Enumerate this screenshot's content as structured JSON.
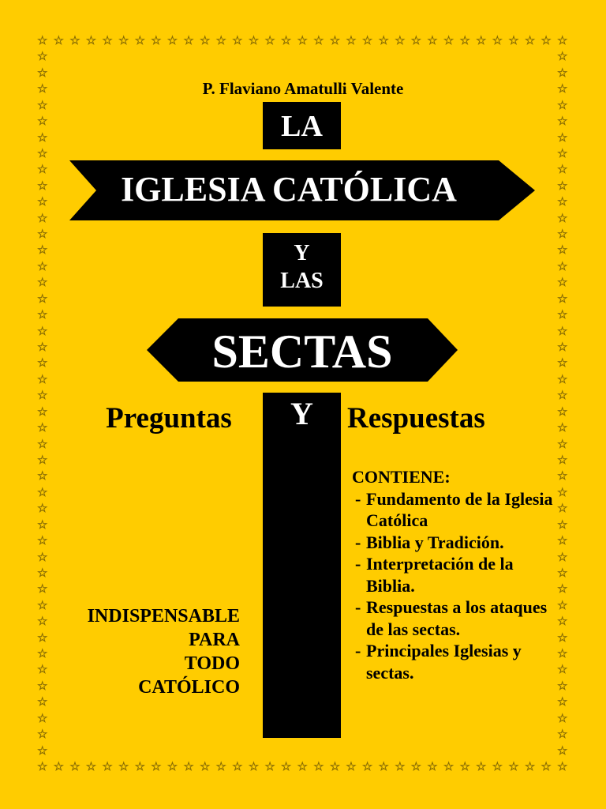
{
  "author": "P. Flaviano Amatulli Valente",
  "title_la": "LA",
  "title_iglesia": "IGLESIA CATÓLICA",
  "title_y": "Y",
  "title_las": "LAS",
  "title_sectas": "SECTAS",
  "sub_left": "Preguntas",
  "sub_mid": "Y",
  "sub_right": "Respuestas",
  "indispensable": [
    "INDISPENSABLE",
    "PARA",
    "TODO",
    "CATÓLICO"
  ],
  "contents": {
    "heading": "CONTIENE:",
    "items": [
      "Fundamento de la Iglesia Católica",
      "Biblia y Tradición.",
      "Interpretación de la Biblia.",
      "Respuestas a los ataques de las sectas.",
      "Principales Iglesias y sectas."
    ]
  },
  "colors": {
    "background": "#ffcc00",
    "sign": "#000000",
    "sign_text": "#ffffff"
  },
  "decoration": "star-icon border"
}
